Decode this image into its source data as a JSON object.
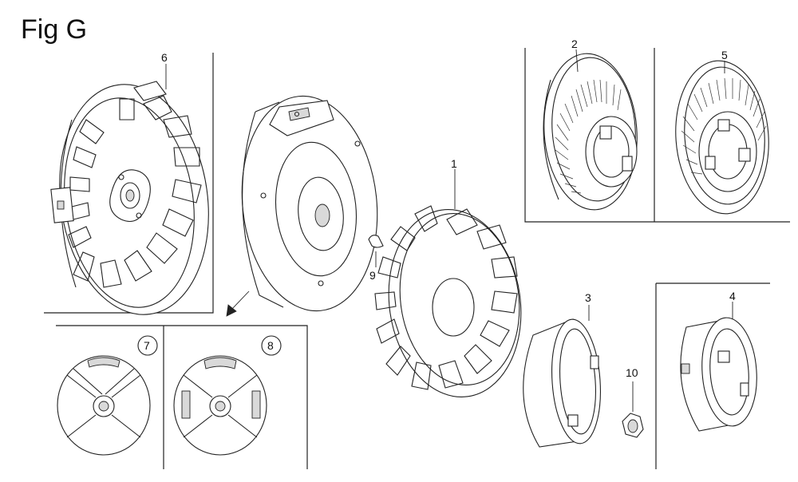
{
  "title": "Fig G",
  "callouts": {
    "part_1": "1",
    "part_2": "2",
    "part_3": "3",
    "part_4": "4",
    "part_5": "5",
    "part_6": "6",
    "part_7": "7",
    "part_8": "8",
    "part_9": "9",
    "part_10": "10"
  },
  "colors": {
    "line": "#222222",
    "background": "#ffffff",
    "shade": "#d9d9d9"
  }
}
